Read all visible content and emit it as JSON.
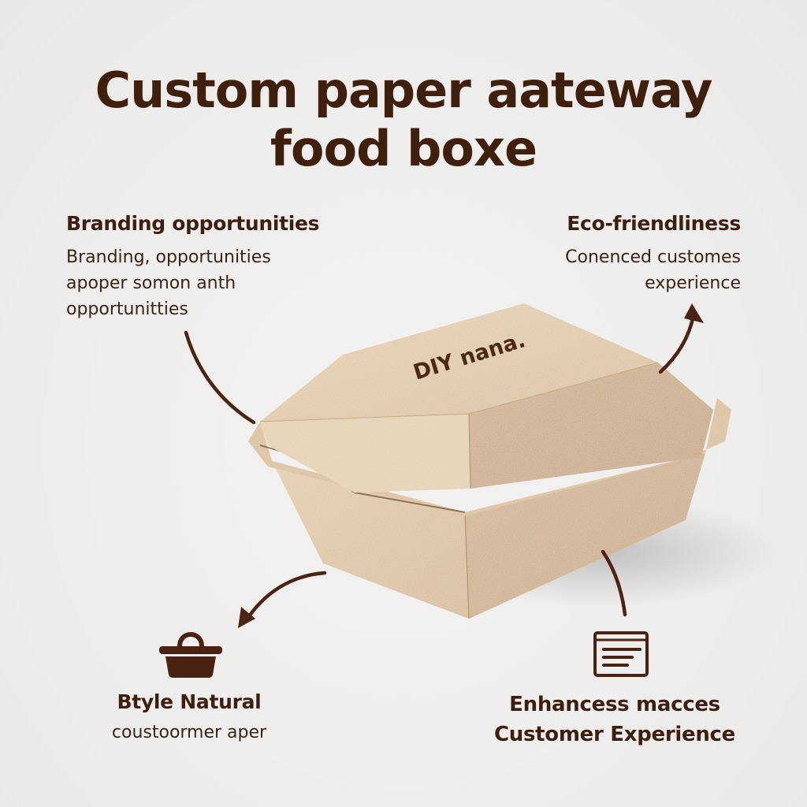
{
  "title": {
    "line1": "Custom paper aateway",
    "line2": "food boxe"
  },
  "box": {
    "logo_text": "DIY nana."
  },
  "features": {
    "top_left": {
      "heading": "Branding opportunities",
      "body": [
        "Branding, opportunities",
        "apoper somon anth",
        "opportunitties"
      ]
    },
    "top_right": {
      "heading": "Eco-friendliness",
      "body": [
        "Conenced customes",
        "experience"
      ]
    },
    "bottom_left": {
      "icon": "basket-icon",
      "heading": "Btyle Natural",
      "body": "coustoormer aper"
    },
    "bottom_right": {
      "icon": "document-icon",
      "heading_line1": "Enhancess macces",
      "heading_line2": "Customer Experience"
    }
  },
  "colors": {
    "background": "#efeeec",
    "text_brown": "#3f1f0e",
    "kraft_light": "#dcc3a0",
    "kraft_mid": "#cfb08a",
    "kraft_dark": "#b8946c"
  }
}
